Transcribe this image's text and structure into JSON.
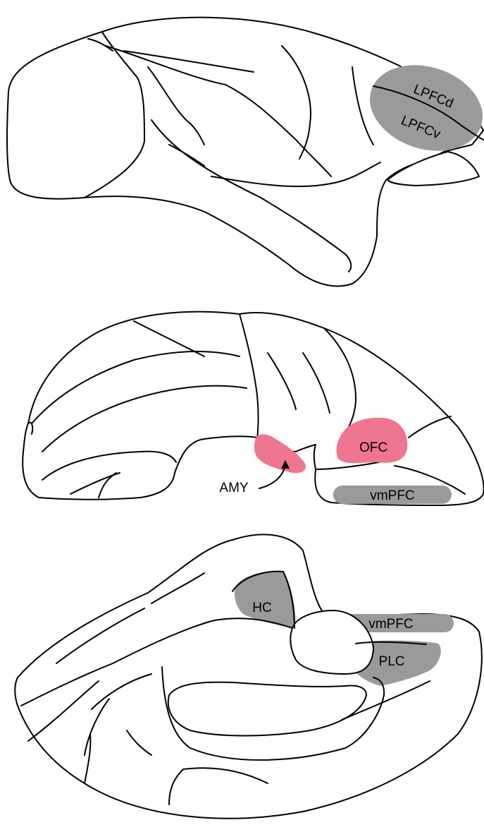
{
  "colors": {
    "gray_region": "#9a9a9a",
    "pink_region": "#ef7690",
    "outline": "#000000",
    "background": "#ffffff"
  },
  "panels": {
    "lateral": {
      "labels": {
        "lpfcd": "LPFCd",
        "lpfcv": "LPFCv"
      }
    },
    "ventral": {
      "labels": {
        "ofc": "OFC",
        "amy": "AMY",
        "vmpfc": "vmPFC"
      }
    },
    "rodent": {
      "labels": {
        "hc": "HC",
        "vmpfc": "vmPFC",
        "plc": "PLC"
      }
    }
  }
}
